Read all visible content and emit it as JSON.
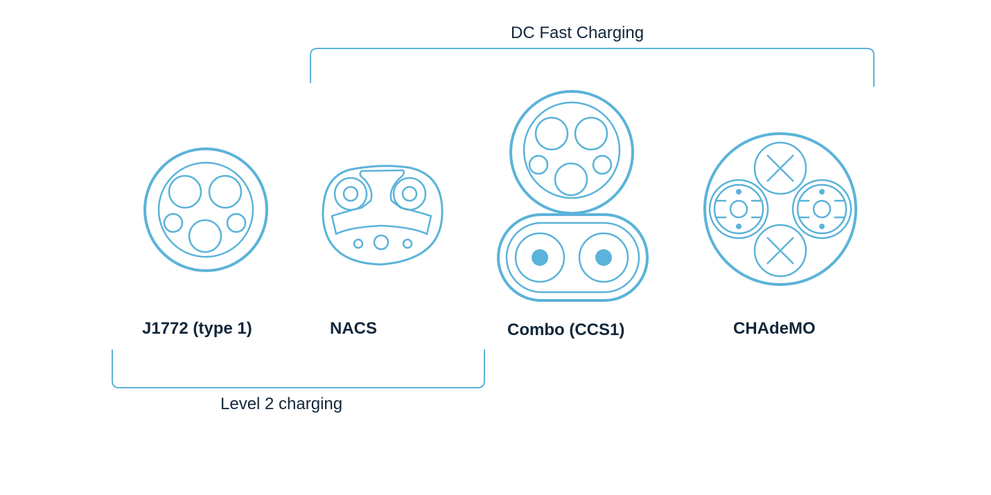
{
  "groups": {
    "dc_fast": {
      "label": "DC Fast Charging"
    },
    "level2": {
      "label": "Level 2 charging"
    }
  },
  "connectors": [
    {
      "label": "J1772 (type 1)",
      "icon": "j1772-connector-icon"
    },
    {
      "label": "NACS",
      "icon": "nacs-connector-icon"
    },
    {
      "label": "Combo (CCS1)",
      "icon": "ccs1-connector-icon"
    },
    {
      "label": "CHAdeMO",
      "icon": "chademo-connector-icon"
    }
  ],
  "colors": {
    "stroke": "#5bb3d9",
    "text": "#12263a",
    "highlight": "#d7e6dc"
  }
}
